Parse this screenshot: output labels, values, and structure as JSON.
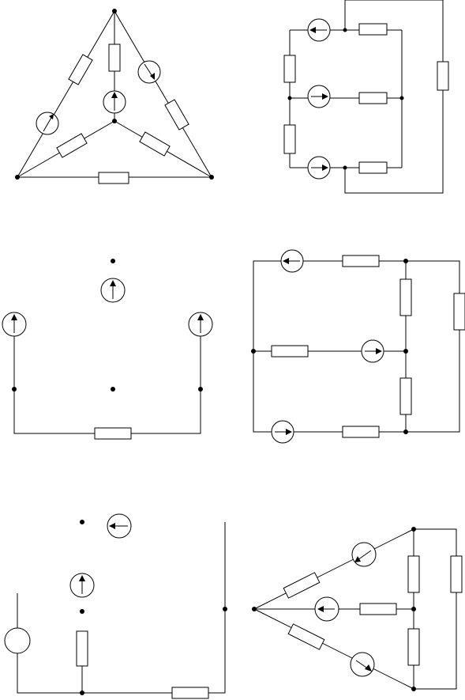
{
  "figure": {
    "background": "#ffffff",
    "line_color": "#000000",
    "panels": [
      {
        "id": "a",
        "kind": "triangle-star-circuit"
      },
      {
        "id": "b",
        "kind": "ladder-circuit"
      },
      {
        "id": "c",
        "kind": "partial-circuit"
      },
      {
        "id": "d",
        "kind": "bridge-circuit"
      },
      {
        "id": "e",
        "kind": "partial-circuit"
      },
      {
        "id": "f",
        "kind": "fan-circuit"
      }
    ],
    "symbols": {
      "resistor": "rectangle",
      "source": "circle-with-arrow",
      "junction": "filled-dot"
    }
  }
}
